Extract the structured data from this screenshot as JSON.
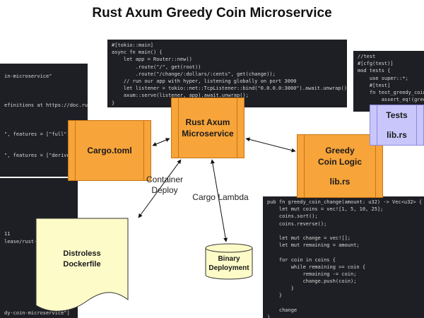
{
  "title": "Rust Axum Greedy Coin Microservice",
  "code_left": {
    "lines": [
      "",
      "in-microservice\"",
      "",
      "",
      "",
      "efinitions at https://doc.rust-",
      "",
      "",
      "",
      "\", features = [\"full\"] }",
      "",
      "",
      "\", features = [\"derive\"] }",
      "",
      ""
    ]
  },
  "code_main": {
    "lines": [
      "#[tokio::main]",
      "async fn main() {",
      "    let app = Router::new()",
      "        .route(\"/\", get(root))",
      "        .route(\"/change/:dollars/:cents\", get(change));",
      "    // run our app with hyper, listening globally on port 3000",
      "    let listener = tokio::net::TcpListener::bind(\"0.0.0.0:3000\").await.unwrap();",
      "    axum::serve(listener, app).await.unwrap();",
      "}"
    ]
  },
  "code_test": {
    "lines": [
      "//test",
      "#[cfg(test)]",
      "mod tests {",
      "    use super::*;",
      "    #[test]",
      "    fn test_greedy_coin",
      "        assert_eq!(gree",
      ""
    ]
  },
  "code_dockerleft": {
    "lines": [
      "",
      "",
      "",
      "",
      "",
      "",
      "",
      "11",
      "lease/rust-axum",
      "",
      "",
      "",
      "",
      "",
      "",
      "",
      "",
      "",
      "dy-coin-microservice\"]"
    ]
  },
  "code_greedy": {
    "lines": [
      "pub fn greedy_coin_change(amount: u32) -> Vec<u32> {",
      "    let mut coins = vec![1, 5, 10, 25];",
      "    coins.sort();",
      "    coins.reverse();",
      "",
      "    let mut change = vec![];",
      "    let mut remaining = amount;",
      "",
      "    for coin in coins {",
      "        while remaining >= coin {",
      "            remaining -= coin;",
      "            change.push(coin);",
      "        }",
      "    }",
      "",
      "    change",
      "}"
    ]
  },
  "boxes": {
    "axum": {
      "line1": "Rust Axum",
      "line2": "Microservice"
    },
    "cargo": {
      "label": "Cargo.toml"
    },
    "greedy": {
      "line1": "Greedy",
      "line2": "Coin Logic",
      "line3": "lib.rs"
    },
    "tests": {
      "line1": "Tests",
      "line2": "lib.rs"
    }
  },
  "edge_labels": {
    "container_line1": "Container",
    "container_line2": "Deploy",
    "lambda": "Cargo Lambda"
  },
  "docker": {
    "line1": "Distroless",
    "line2": "Dockerfile"
  },
  "binary": {
    "line1": "Binary",
    "line2": "Deployment"
  },
  "colors": {
    "code_bg": "#1e1f24",
    "orange_box": "#f7a43a",
    "tests_box": "#c9c6fb",
    "docker_doc": "#fdfbc8",
    "cylinder": "#fdfbc8"
  }
}
